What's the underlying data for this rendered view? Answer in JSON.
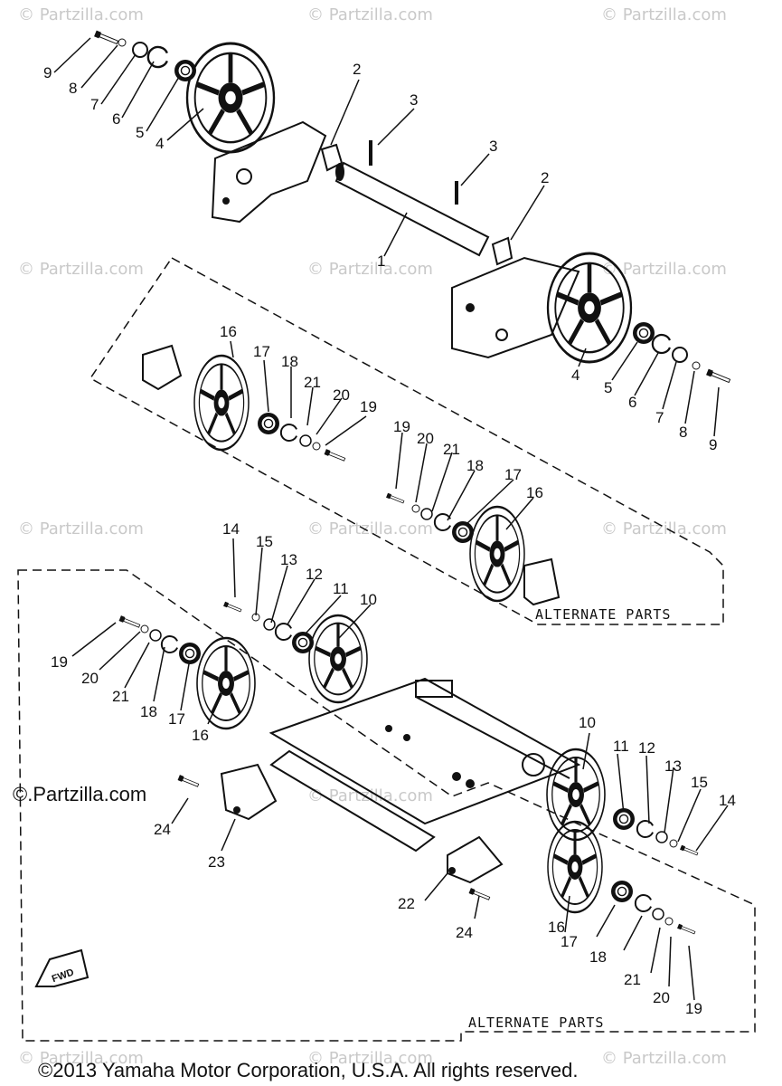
{
  "watermark": "© Partzilla.com",
  "logo_text": "©.Partzilla.com",
  "copyright": "©2013 Yamaha Motor Corporation, U.S.A. All rights reserved.",
  "fwd_label": "FWD",
  "box_labels": {
    "alternate_parts_1": "ALTERNATE PARTS",
    "alternate_parts_2": "ALTERNATE PARTS"
  },
  "callouts": {
    "c9a": "9",
    "c8a": "8",
    "c7a": "7",
    "c6a": "6",
    "c5a": "5",
    "c4a": "4",
    "c2a": "2",
    "c3a": "3",
    "c3b": "3",
    "c2b": "2",
    "c1": "1",
    "c4b": "4",
    "c5b": "5",
    "c6b": "6",
    "c7b": "7",
    "c8b": "8",
    "c9b": "9",
    "c16a": "16",
    "c17a": "17",
    "c18a": "18",
    "c21a": "21",
    "c20a": "20",
    "c19a": "19",
    "c19b": "19",
    "c20b": "20",
    "c21b": "21",
    "c18b": "18",
    "c17b": "17",
    "c16b": "16",
    "c14a": "14",
    "c15a": "15",
    "c13a": "13",
    "c12a": "12",
    "c11a": "11",
    "c10a": "10",
    "c19c": "19",
    "c20c": "20",
    "c21c": "21",
    "c18c": "18",
    "c17c": "17",
    "c16c": "16",
    "c10b": "10",
    "c11b": "11",
    "c12b": "12",
    "c13b": "13",
    "c15b": "15",
    "c14b": "14",
    "c24a": "24",
    "c23": "23",
    "c22": "22",
    "c24b": "24",
    "c16d": "16",
    "c17d": "17",
    "c18d": "18",
    "c21d": "21",
    "c20d": "20",
    "c19d": "19"
  }
}
